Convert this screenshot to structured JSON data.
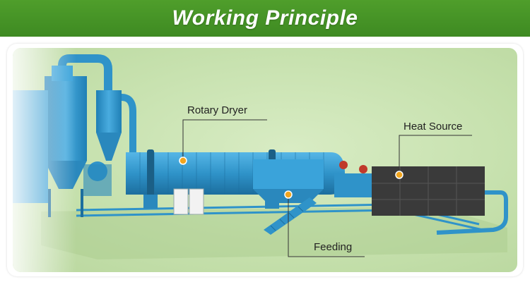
{
  "header": {
    "title": "Working Principle"
  },
  "labels": {
    "rotary_dryer": "Rotary Dryer",
    "heat_source": "Heat Source",
    "feeding": "Feeding"
  },
  "colors": {
    "banner_green": "#3e8a22",
    "machine_blue": "#2f93c9",
    "furnace_dark": "#3a3a3a",
    "marker_orange": "#f2a51e"
  }
}
